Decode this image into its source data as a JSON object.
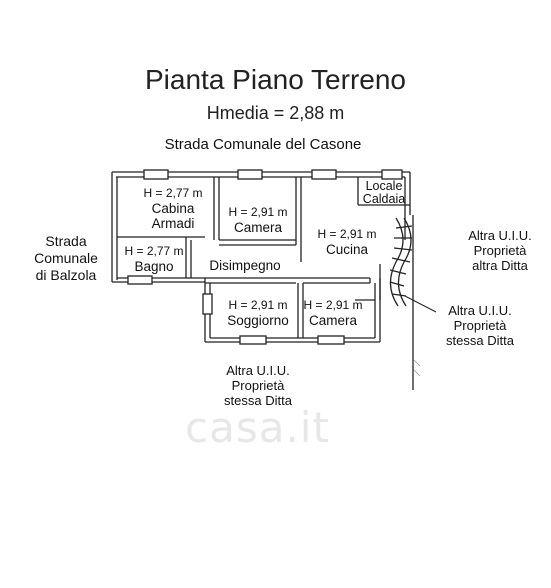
{
  "header": {
    "title": "Pianta Piano Terreno",
    "subtitle": "Hmedia = 2,88 m"
  },
  "streets": {
    "top": "Strada Comunale del Casone",
    "left": [
      "Strada",
      "Comunale",
      "di Balzola"
    ]
  },
  "rooms": [
    {
      "key": "cabina-armadi",
      "height": "H = 2,77 m",
      "name": [
        "Cabina",
        "Armadi"
      ]
    },
    {
      "key": "camera-1",
      "height": "H = 2,91 m",
      "name": [
        "Camera"
      ]
    },
    {
      "key": "cucina",
      "height": "H = 2,91 m",
      "name": [
        "Cucina"
      ]
    },
    {
      "key": "bagno",
      "height": "H = 2,77 m",
      "name": [
        "Bagno"
      ]
    },
    {
      "key": "disimpegno",
      "height": "",
      "name": [
        "Disimpegno"
      ]
    },
    {
      "key": "soggiorno",
      "height": "H = 2,91 m",
      "name": [
        "Soggiorno"
      ]
    },
    {
      "key": "camera-2",
      "height": "H = 2,91 m",
      "name": [
        "Camera"
      ]
    },
    {
      "key": "locale-caldaia",
      "height": "",
      "name": [
        "Locale",
        "Caldaia"
      ]
    }
  ],
  "neighbors": {
    "right_top": [
      "Altra U.I.U.",
      "Proprietà",
      "altra Ditta"
    ],
    "right_bottom": [
      "Altra U.I.U.",
      "Proprietà",
      "stessa Ditta"
    ],
    "bottom": [
      "Altra U.I.U.",
      "Proprietà",
      "stessa Ditta"
    ]
  },
  "watermark": "casa.it"
}
